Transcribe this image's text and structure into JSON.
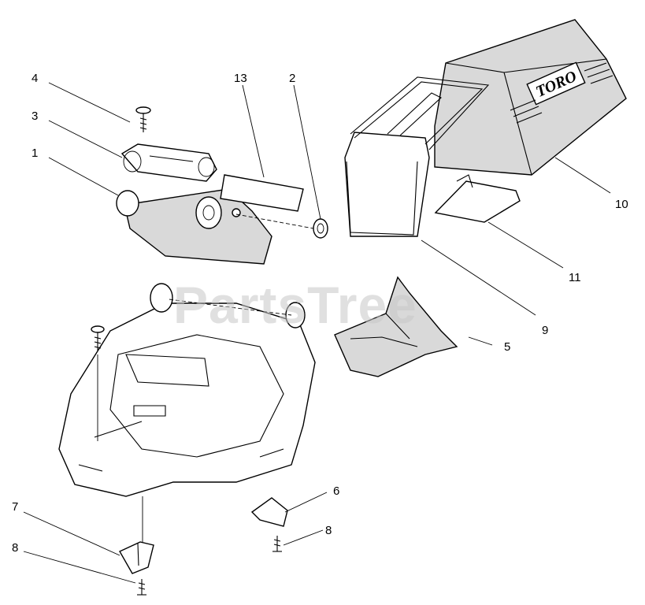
{
  "watermark": "PartsTree",
  "logo_text": "TORO",
  "callouts": [
    {
      "id": "c4a",
      "label": "4"
    },
    {
      "id": "c3",
      "label": "3"
    },
    {
      "id": "c1",
      "label": "1"
    },
    {
      "id": "c13",
      "label": "13"
    },
    {
      "id": "c2",
      "label": "2"
    },
    {
      "id": "c10",
      "label": "10"
    },
    {
      "id": "c11",
      "label": "11"
    },
    {
      "id": "c9",
      "label": "9"
    },
    {
      "id": "c5",
      "label": "5"
    },
    {
      "id": "c6",
      "label": "6"
    },
    {
      "id": "c8a",
      "label": "8"
    },
    {
      "id": "c7",
      "label": "7"
    },
    {
      "id": "c8b",
      "label": "8"
    }
  ]
}
